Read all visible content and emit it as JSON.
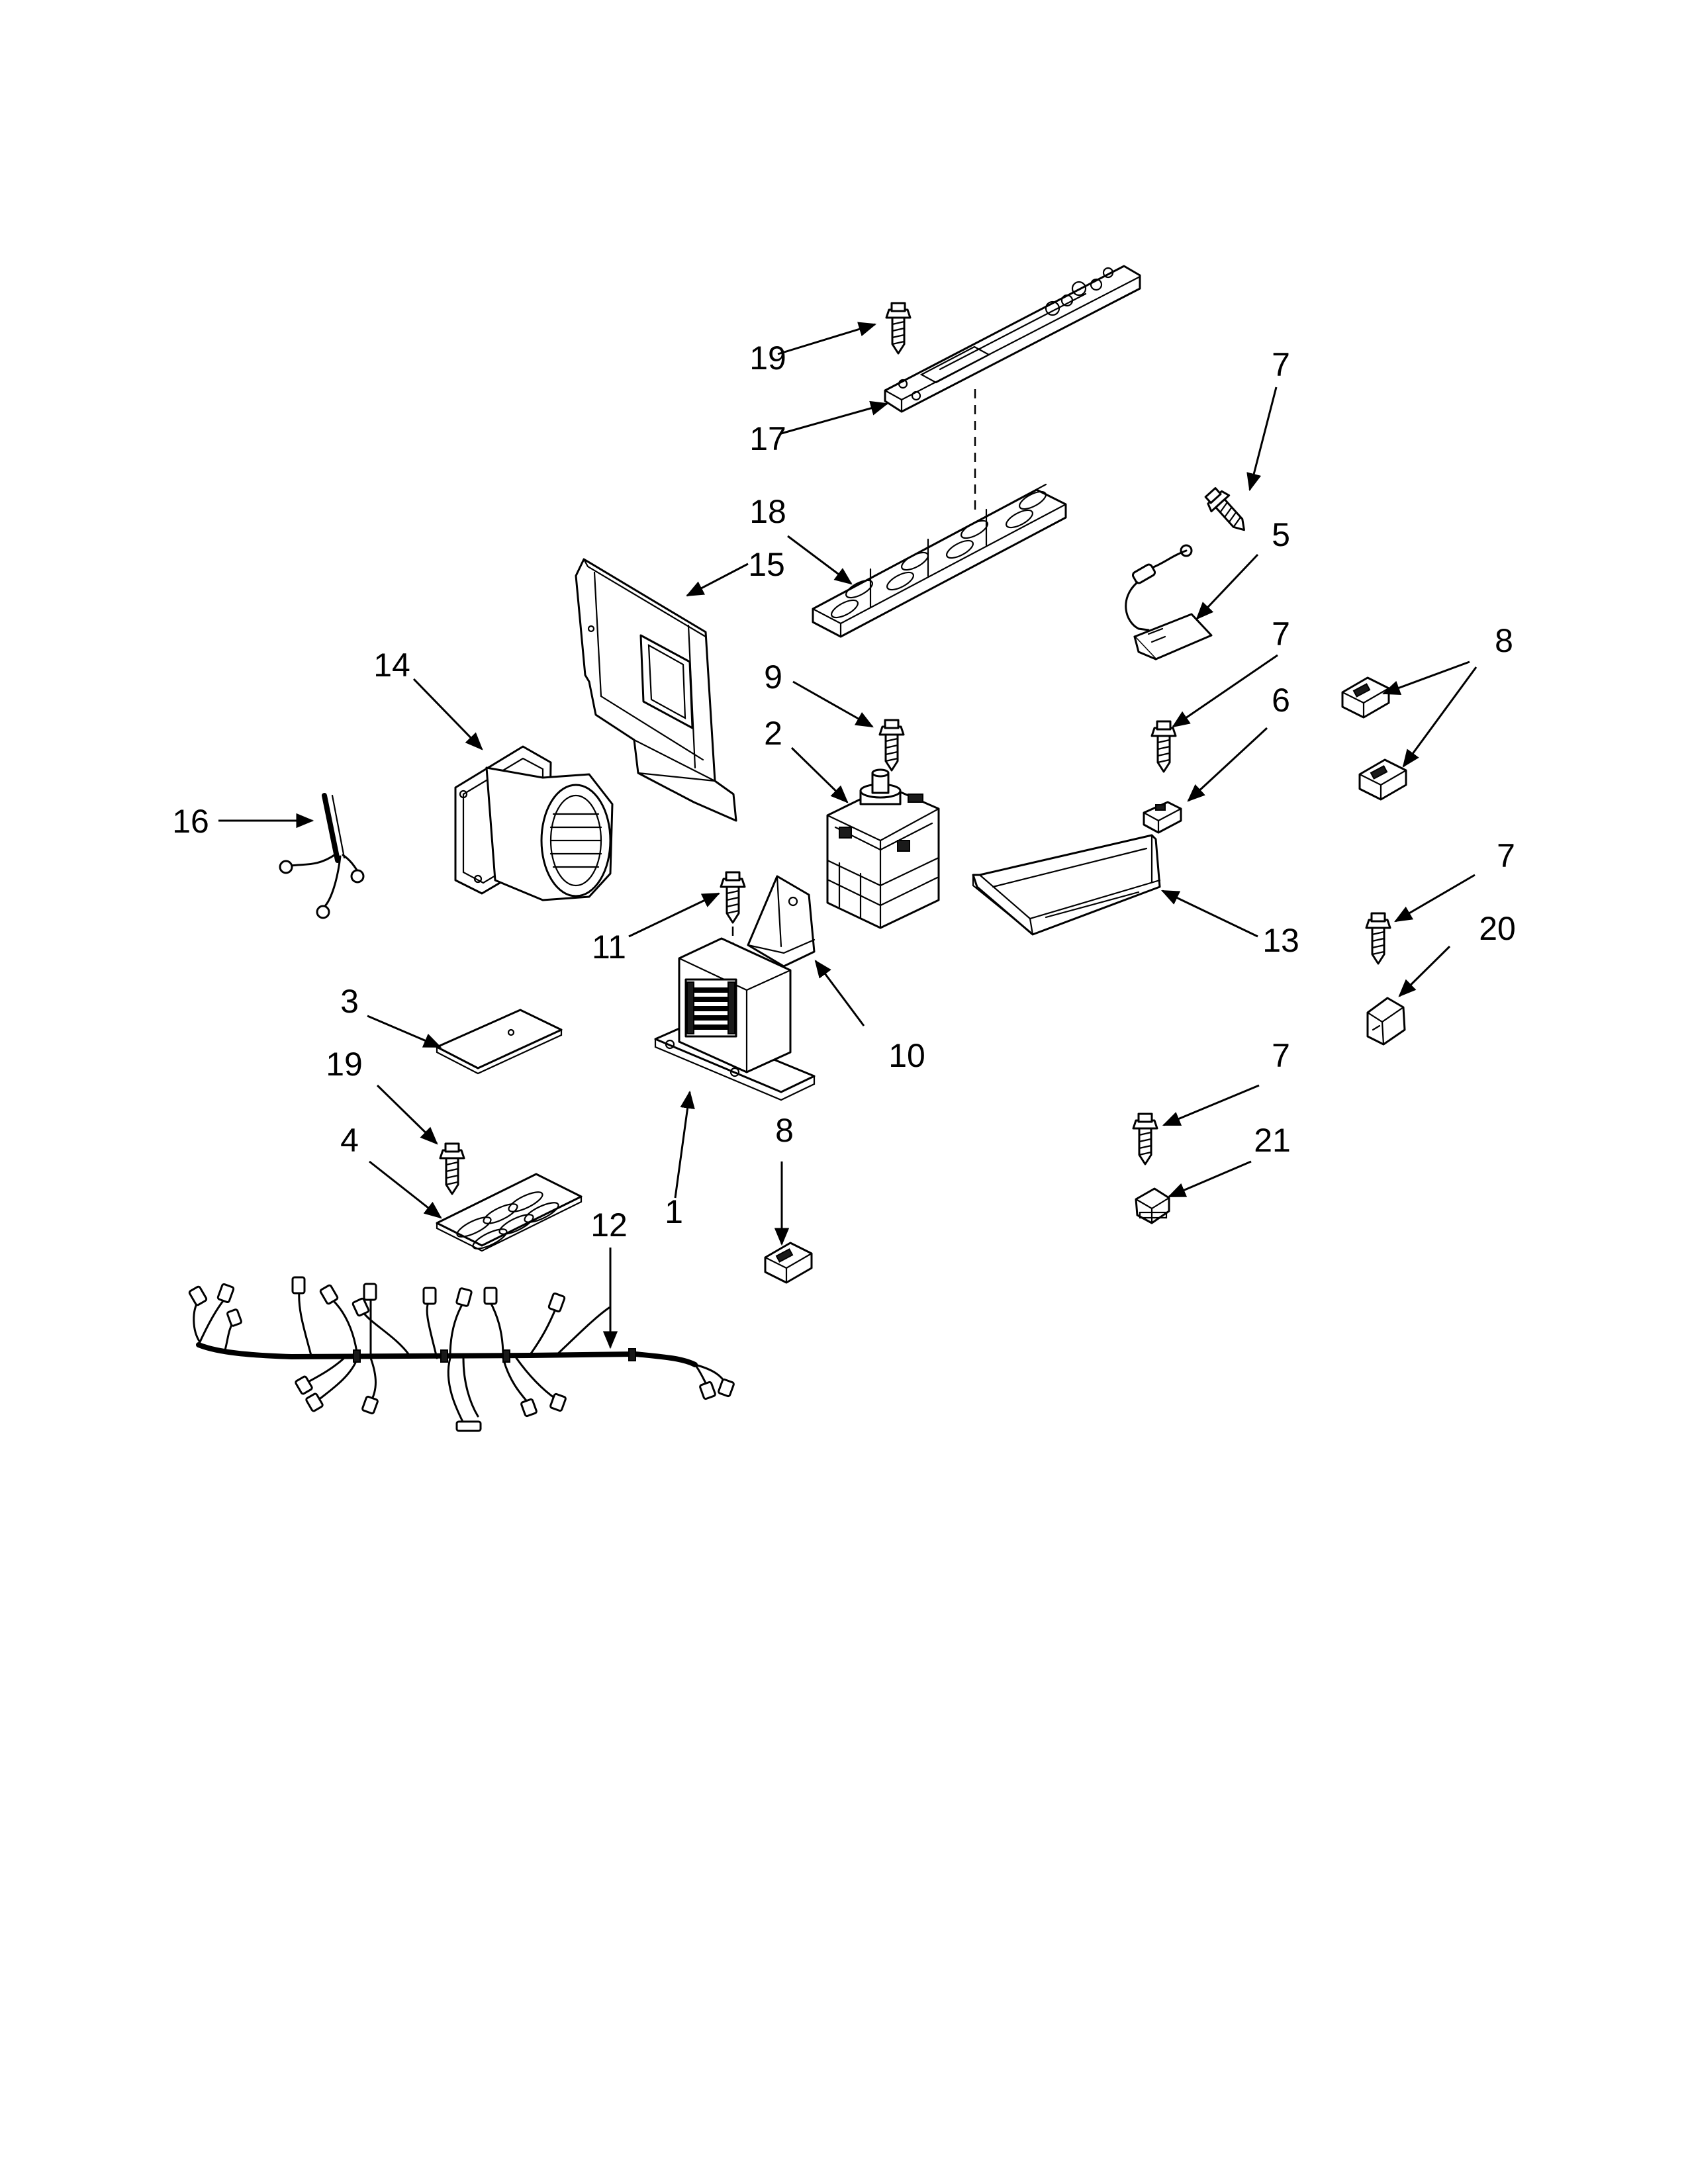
{
  "callouts": [
    {
      "id": "c19a",
      "label": "19"
    },
    {
      "id": "c17",
      "label": "17"
    },
    {
      "id": "c7a",
      "label": "7"
    },
    {
      "id": "c18",
      "label": "18"
    },
    {
      "id": "c15",
      "label": "15"
    },
    {
      "id": "c5",
      "label": "5"
    },
    {
      "id": "c14",
      "label": "14"
    },
    {
      "id": "c9",
      "label": "9"
    },
    {
      "id": "c7b",
      "label": "7"
    },
    {
      "id": "c8a",
      "label": "8"
    },
    {
      "id": "c2",
      "label": "2"
    },
    {
      "id": "c6",
      "label": "6"
    },
    {
      "id": "c16",
      "label": "16"
    },
    {
      "id": "c7c",
      "label": "7"
    },
    {
      "id": "c11",
      "label": "11"
    },
    {
      "id": "c13",
      "label": "13"
    },
    {
      "id": "c20",
      "label": "20"
    },
    {
      "id": "c3",
      "label": "3"
    },
    {
      "id": "c10",
      "label": "10"
    },
    {
      "id": "c19b",
      "label": "19"
    },
    {
      "id": "c7d",
      "label": "7"
    },
    {
      "id": "c4",
      "label": "4"
    },
    {
      "id": "c8b",
      "label": "8"
    },
    {
      "id": "c21",
      "label": "21"
    },
    {
      "id": "c1",
      "label": "1"
    },
    {
      "id": "c12",
      "label": "12"
    }
  ]
}
